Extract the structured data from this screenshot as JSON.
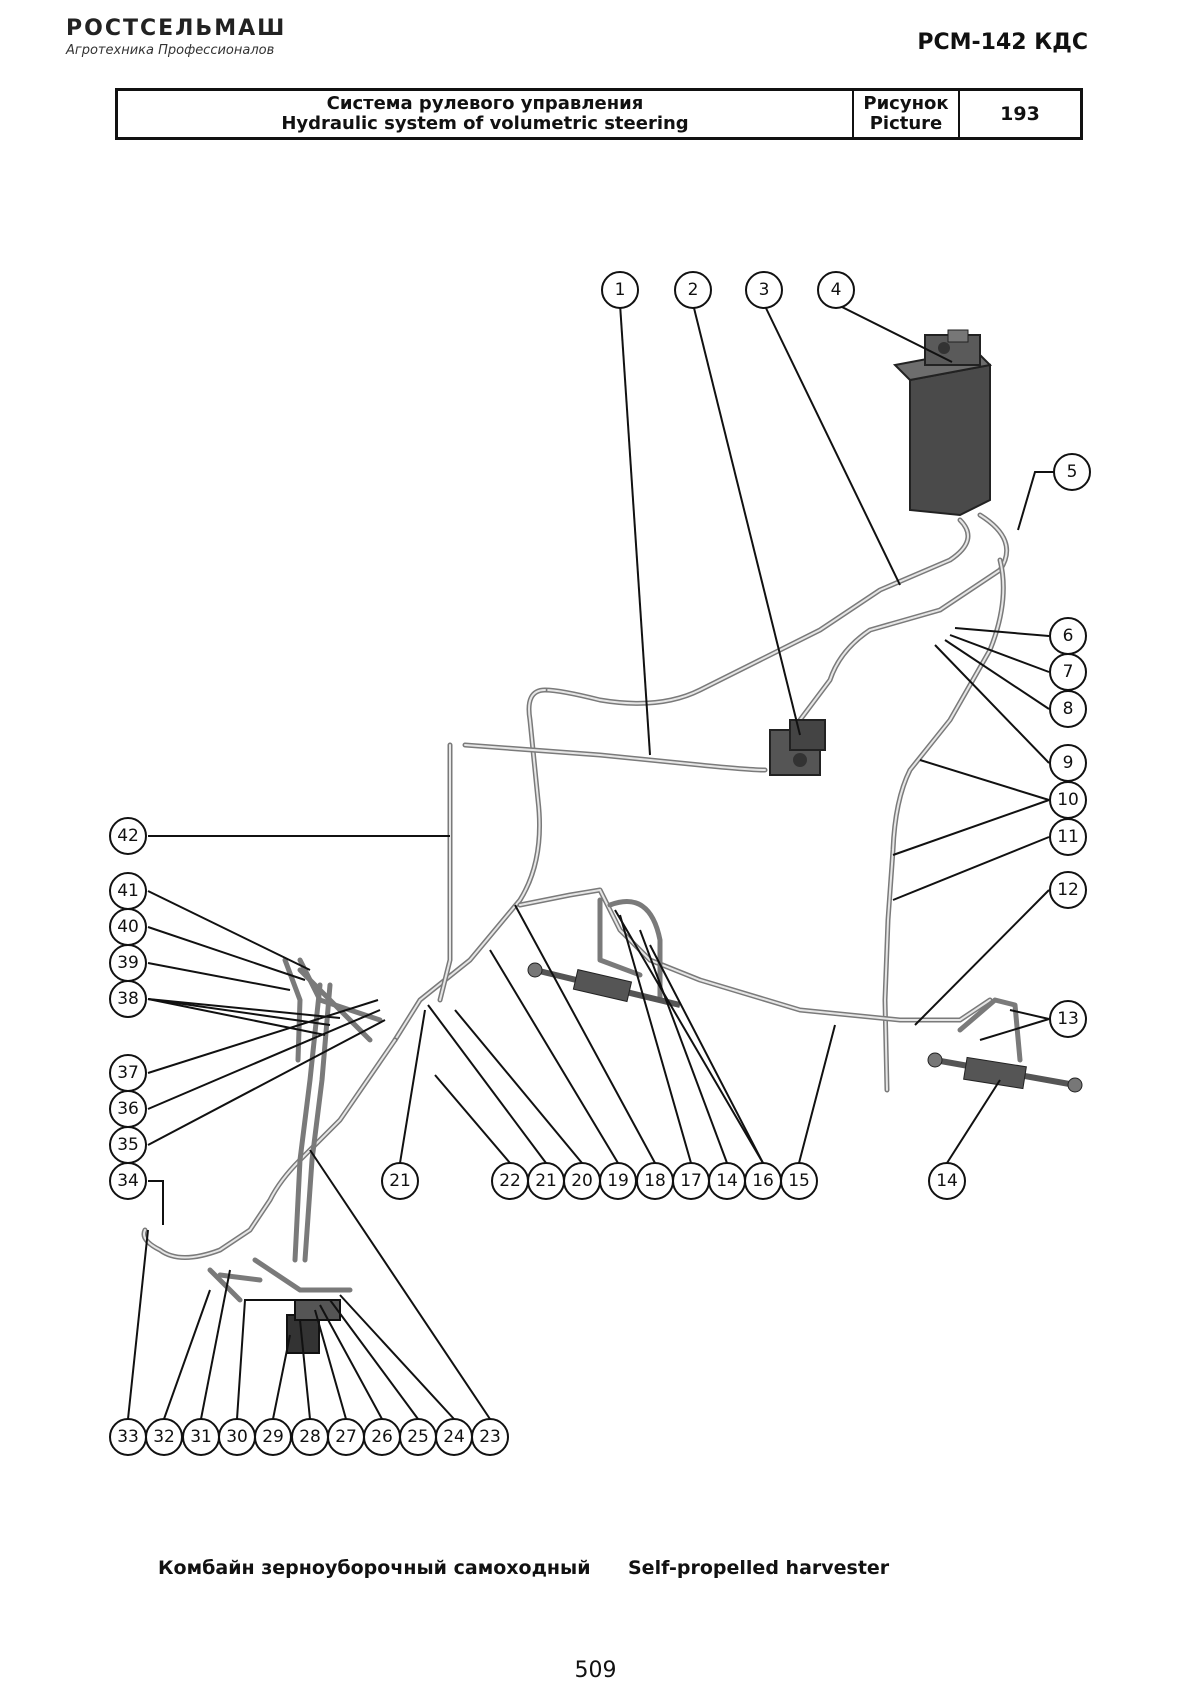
{
  "header": {
    "logo_name": "РОСТСЕЛЬМАШ",
    "logo_tagline": "Агротехника Профессионалов",
    "model": "РСМ-142 КДС"
  },
  "title_block": {
    "title_ru": "Система рулевого управления",
    "title_en": "Hydraulic system of volumetric steering",
    "picture_label_ru": "Рисунок",
    "picture_label_en": "Picture",
    "picture_number": "193"
  },
  "callouts": [
    "1",
    "2",
    "3",
    "4",
    "5",
    "6",
    "7",
    "8",
    "9",
    "10",
    "11",
    "12",
    "13",
    "14",
    "15",
    "16",
    "17",
    "18",
    "19",
    "20",
    "21",
    "22",
    "23",
    "24",
    "25",
    "26",
    "27",
    "28",
    "29",
    "30",
    "31",
    "32",
    "33",
    "34",
    "35",
    "36",
    "37",
    "38",
    "39",
    "40",
    "41",
    "42"
  ],
  "footer": {
    "caption_ru": "Комбайн зерноуборочный самоходный",
    "caption_en": "Self-propelled harvester",
    "page_number": "509"
  }
}
